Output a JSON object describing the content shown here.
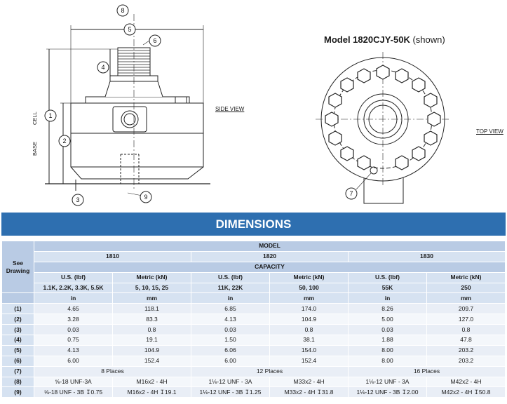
{
  "drawing": {
    "model_caption_bold": "Model 1820CJY-50K",
    "model_caption_rest": "(shown)",
    "side_view_label": "SIDE VIEW",
    "top_view_label": "TOP VIEW",
    "cell_label": "CELL",
    "base_label": "BASE",
    "callouts": [
      "8",
      "5",
      "6",
      "4",
      "1",
      "2",
      "3",
      "9",
      "7"
    ]
  },
  "banner": "DIMENSIONS",
  "table": {
    "see_drawing": "See Drawing",
    "model_label": "MODEL",
    "capacity_label": "CAPACITY",
    "models": [
      "1810",
      "1820",
      "1830"
    ],
    "unit_headers": [
      "U.S. (lbf)",
      "Metric (kN)",
      "U.S. (lbf)",
      "Metric (kN)",
      "U.S. (lbf)",
      "Metric (kN)"
    ],
    "capacities": [
      "1.1K, 2.2K, 3.3K, 5.5K",
      "5, 10, 15, 25",
      "11K, 22K",
      "50, 100",
      "55K",
      "250"
    ],
    "length_units": [
      "in",
      "mm",
      "in",
      "mm",
      "in",
      "mm"
    ],
    "rows": [
      {
        "ref": "(1)",
        "cells": [
          "4.65",
          "118.1",
          "6.85",
          "174.0",
          "8.26",
          "209.7"
        ]
      },
      {
        "ref": "(2)",
        "cells": [
          "3.28",
          "83.3",
          "4.13",
          "104.9",
          "5.00",
          "127.0"
        ]
      },
      {
        "ref": "(3)",
        "cells": [
          "0.03",
          "0.8",
          "0.03",
          "0.8",
          "0.03",
          "0.8"
        ]
      },
      {
        "ref": "(4)",
        "cells": [
          "0.75",
          "19.1",
          "1.50",
          "38.1",
          "1.88",
          "47.8"
        ]
      },
      {
        "ref": "(5)",
        "cells": [
          "4.13",
          "104.9",
          "6.06",
          "154.0",
          "8.00",
          "203.2"
        ]
      },
      {
        "ref": "(6)",
        "cells": [
          "6.00",
          "152.4",
          "6.00",
          "152.4",
          "8.00",
          "203.2"
        ]
      }
    ],
    "row7": {
      "ref": "(7)",
      "cells": [
        "8 Places",
        "12 Places",
        "16 Places"
      ]
    },
    "row8": {
      "ref": "(8)",
      "cells": [
        "⅝-18 UNF-3A",
        "M16x2 - 4H",
        "1⅛-12 UNF - 3A",
        "M33x2 - 4H",
        "1⅛-12 UNF - 3A",
        "M42x2 - 4H"
      ]
    },
    "row9": {
      "ref": "(9)",
      "cells": [
        "⅝-18 UNF - 3B ↧0.75",
        "M16x2 - 4H ↧19.1",
        "1⅛-12 UNF - 3B ↧1.25",
        "M33x2 - 4H ↧31.8",
        "1⅛-12 UNF - 3B ↧2.00",
        "M42x2 - 4H ↧50.8"
      ]
    }
  }
}
